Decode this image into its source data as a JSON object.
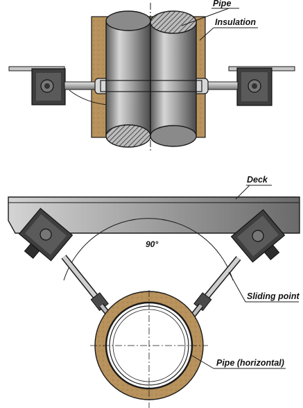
{
  "top_view": {
    "labels": {
      "pipe": "Pipe",
      "insulation": "Insulation"
    }
  },
  "bottom_view": {
    "labels": {
      "deck": "Deck",
      "angle": "90°",
      "sliding_point": "Sliding point",
      "pipe_horizontal": "Pipe (horizontal)"
    }
  },
  "colors": {
    "insulation": "#b8925c",
    "pipe_steel": "#9a9a9a",
    "outline": "#1a1a1a",
    "bracket_dark": "#3e3e3e"
  }
}
